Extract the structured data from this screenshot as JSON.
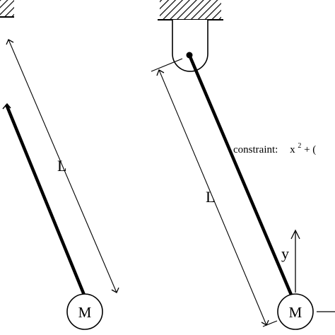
{
  "diagram": {
    "left_panel": {
      "length_label": "L",
      "mass_label": "M"
    },
    "right_panel": {
      "length_label": "L",
      "mass_label": "M",
      "axis_label": "y",
      "constraint_prefix": "constraint:",
      "constraint_equation": "x",
      "constraint_superscript": "2",
      "constraint_rest": " + ("
    },
    "colors": {
      "ink": "#000000",
      "background": "#ffffff"
    }
  }
}
